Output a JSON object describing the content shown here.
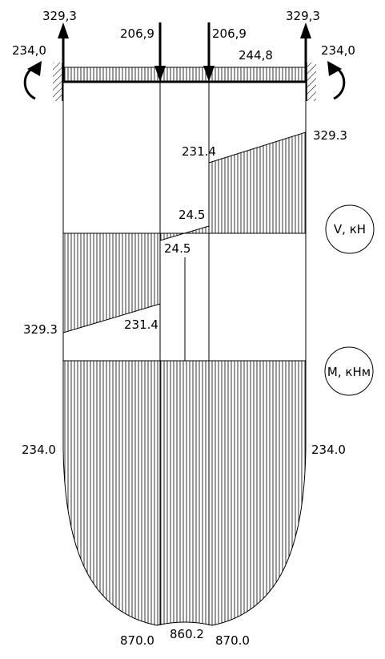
{
  "loads": {
    "left_reaction": "329,3",
    "right_reaction": "329,3",
    "left_moment": "234,0",
    "right_moment": "234,0",
    "point_load_left": "206,9",
    "point_load_right": "206,9",
    "distributed_load": "244,8"
  },
  "shear": {
    "unit_label": "V, кН",
    "right_end": "329.3",
    "right_step_top": "231.4",
    "mid_upper": "24.5",
    "mid_lower": "24.5",
    "left_end": "329.3",
    "left_step_bottom": "231.4"
  },
  "moment": {
    "unit_label": "M, кНм",
    "left_end": "234.0",
    "right_end": "234.0",
    "bottom_left": "870.0",
    "bottom_mid": "860.2",
    "bottom_right": "870.0"
  }
}
